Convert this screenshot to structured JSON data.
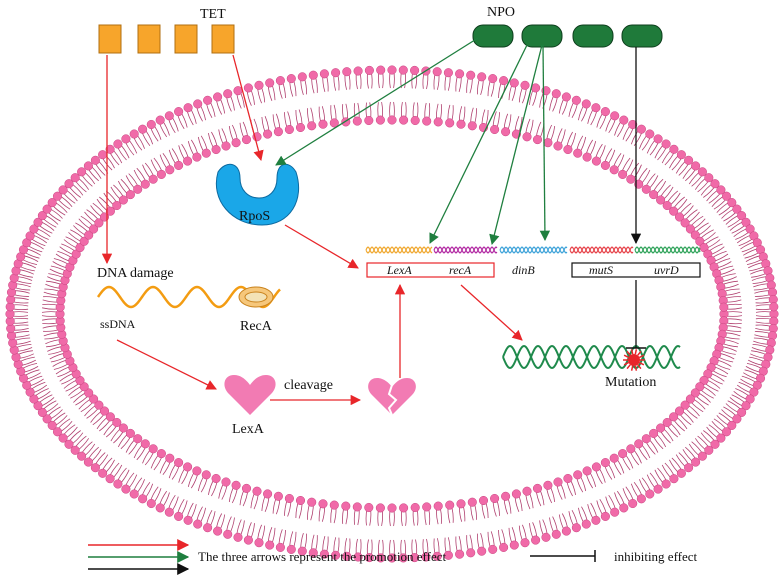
{
  "labels": {
    "tet": "TET",
    "npo": "NPO",
    "rpos": "RpoS",
    "dna_damage": "DNA damage",
    "ssdna": "ssDNA",
    "reca": "RecA",
    "lexa": "LexA",
    "cleavage": "cleavage",
    "mutation": "Mutation"
  },
  "genes": {
    "lexa": "LexA",
    "reca": "recA",
    "dinb": "dinB",
    "muts": "mutS",
    "uvrd": "uvrD"
  },
  "legend": {
    "promotion": "The three arrows represent the promotion effect",
    "inhibiting": "inhibiting effect"
  },
  "colors": {
    "tet_square": "#f7a52b",
    "npo_pill": "#1f7a3a",
    "rpos_shape": "#1aa7e8",
    "membrane_head": "#f06aa8",
    "membrane_tail": "#b0406f",
    "red_arrow": "#e8262a",
    "green_arrow": "#1f7f3f",
    "black_arrow": "#111111",
    "lexa_heart": "#f27bb3",
    "ssdna_wave": "#f39c12",
    "mutation_dna": "#1f8a4c",
    "mutation_burst": "#e8262a"
  }
}
